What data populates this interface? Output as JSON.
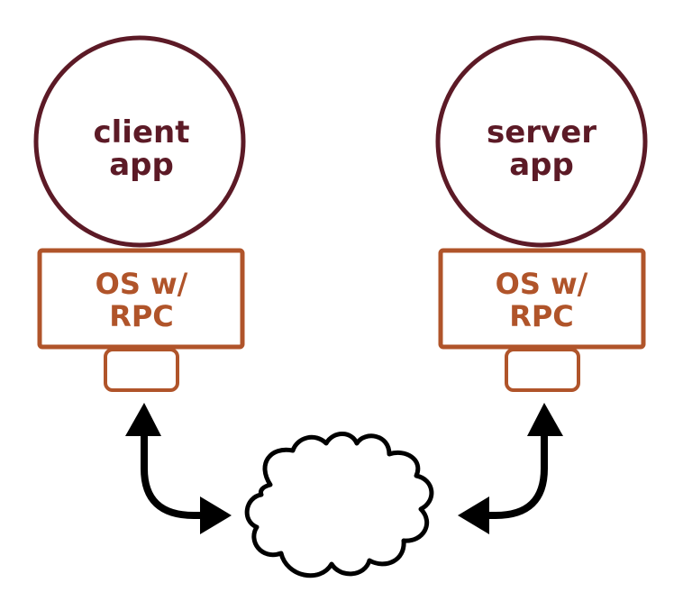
{
  "diagram": {
    "title": "RPC client/server architecture",
    "colors": {
      "app_circle": "#5c1a26",
      "os_box": "#b0542a",
      "arrow": "#000000",
      "cloud": "#000000",
      "background": "#ffffff"
    },
    "client": {
      "app_line1": "client",
      "app_line2": "app",
      "os_line1": "OS w/",
      "os_line2": "RPC"
    },
    "server": {
      "app_line1": "server",
      "app_line2": "app",
      "os_line1": "OS w/",
      "os_line2": "RPC"
    },
    "network": {
      "icon": "cloud-icon"
    },
    "connections": [
      {
        "from": "client-network-port",
        "to": "network-cloud",
        "type": "bidirectional"
      },
      {
        "from": "server-network-port",
        "to": "network-cloud",
        "type": "bidirectional"
      }
    ]
  }
}
